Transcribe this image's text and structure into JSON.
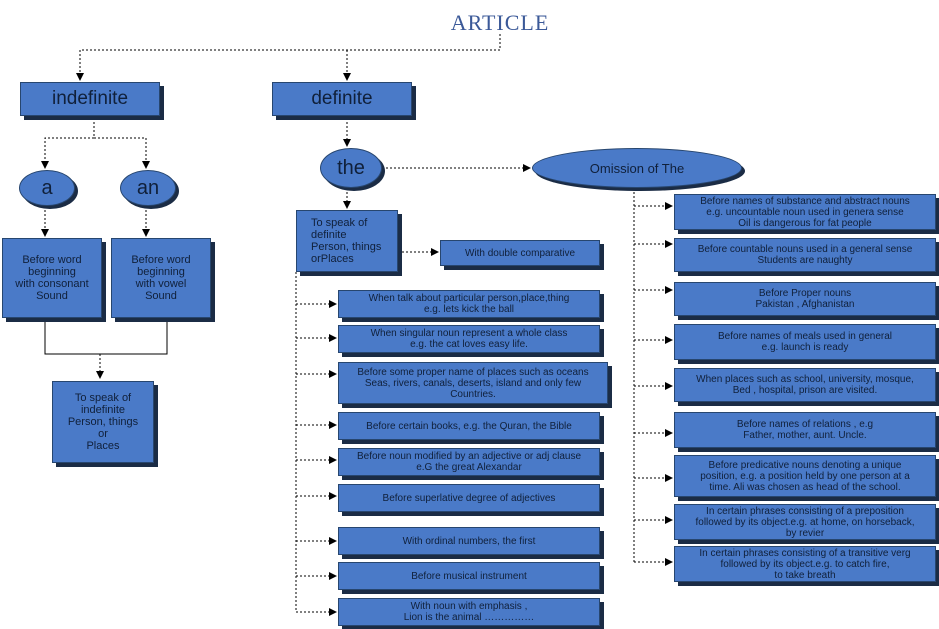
{
  "title": "ARTICLE",
  "indefinite": {
    "label": "indefinite",
    "a": "a",
    "an": "an",
    "a_rule": "Before word\nbeginning\nwith consonant\nSound",
    "an_rule": "Before word\nbeginning\nwith vowel\nSound",
    "purpose": "To speak of\nindefinite\nPerson, things\nor\nPlaces"
  },
  "definite": {
    "label": "definite",
    "the": "the",
    "purpose": "To speak of\ndefinite\nPerson, things\norPlaces",
    "double_comparative": "With double comparative",
    "uses": [
      "When talk about particular person,place,thing\ne.g. lets kick the ball",
      "When singular noun represent a whole class\ne.g. the cat loves easy life.",
      "Before some proper name of places such as oceans\nSeas, rivers, canals, deserts, island and only few\nCountries.",
      "Before certain books, e.g. the Quran, the Bible",
      "Before noun modified by an adjective or adj clause\ne.G the great Alexandar",
      "Before superlative degree of adjectives",
      "With ordinal numbers, the first",
      "Before musical instrument",
      "With noun with emphasis ,\nLion is the animal ……………"
    ]
  },
  "omission": {
    "label": "Omission of The",
    "items": [
      "Before names of substance and abstract nouns\ne.g. uncountable noun used in genera sense\nOil is dangerous for fat people",
      "Before countable nouns used in a general sense\nStudents are naughty",
      "Before Proper nouns\nPakistan , Afghanistan",
      "Before names of meals used in general\ne.g. launch is ready",
      "When places such as school, university, mosque,\nBed , hospital, prison are visited.",
      "Before names of relations , e.g\nFather, mother, aunt. Uncle.",
      "Before predicative nouns denoting a unique\nposition, e.g. a position held by one person at a\ntime. Ali was chosen as head of the school.",
      "In certain phrases consisting of a preposition\nfollowed by its object.e.g. at home, on horseback,\nby revier",
      "In certain phrases consisting of a transitive verg\nfollowed by its object.e.g. to catch fire,\nto take breath"
    ]
  },
  "colors": {
    "box_fill": "#4a7ac8",
    "box_border": "#27466f",
    "shadow": "#1b2c45",
    "title": "#3b5998"
  }
}
